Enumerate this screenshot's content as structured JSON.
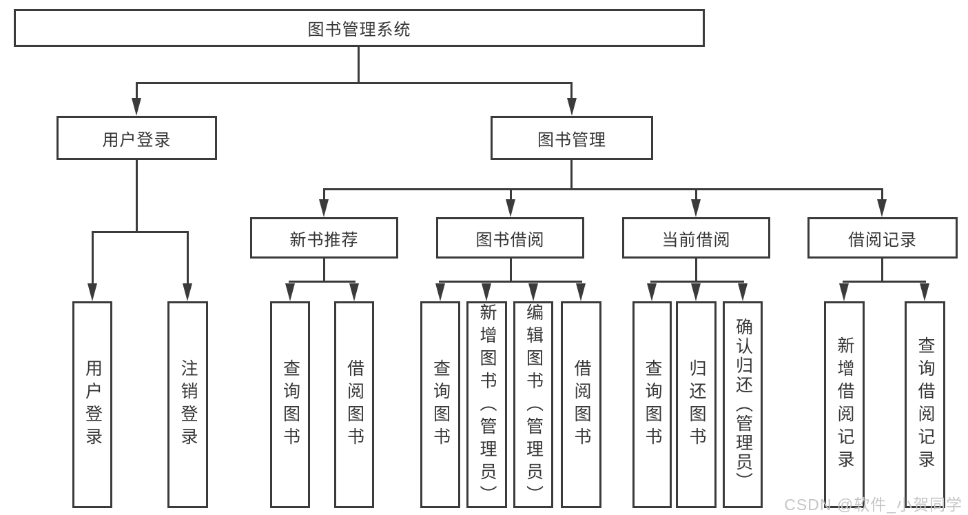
{
  "tree": {
    "label": "图书管理系统",
    "children": [
      {
        "label": "用户登录",
        "children": [
          {
            "label": "用户登录"
          },
          {
            "label": "注销登录"
          }
        ]
      },
      {
        "label": "图书管理",
        "children": [
          {
            "label": "新书推荐",
            "children": [
              {
                "label": "查询图书"
              },
              {
                "label": "借阅图书"
              }
            ]
          },
          {
            "label": "图书借阅",
            "children": [
              {
                "label": "查询图书"
              },
              {
                "label": "新增图书（管理员）"
              },
              {
                "label": "编辑图书（管理员）"
              },
              {
                "label": "借阅图书"
              }
            ]
          },
          {
            "label": "当前借阅",
            "children": [
              {
                "label": "查询图书"
              },
              {
                "label": "归还图书"
              },
              {
                "label": "确认归还（管理员）"
              }
            ]
          },
          {
            "label": "借阅记录",
            "children": [
              {
                "label": "新增借阅记录"
              },
              {
                "label": "查询借阅记录"
              }
            ]
          }
        ]
      }
    ]
  },
  "watermark": {
    "text": "CSDN @软件_小贺同学"
  },
  "colors": {
    "line": "#3b3b3b",
    "text": "#363636",
    "node_background": "#ffffff",
    "page_background": "#ffffff",
    "watermark": "#c5c5c5"
  }
}
